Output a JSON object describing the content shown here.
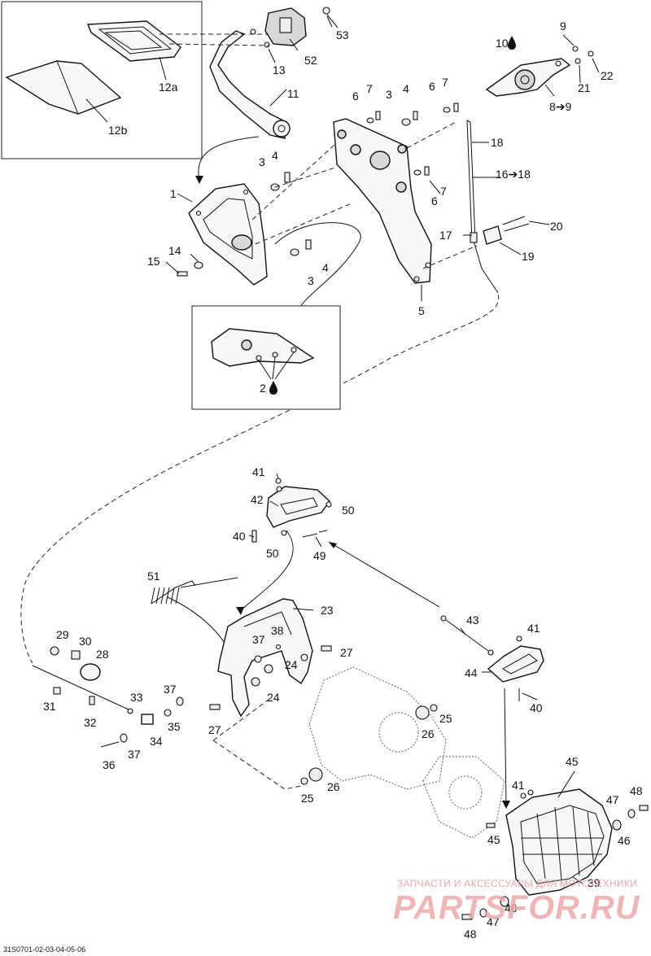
{
  "figure_ref": "31S0701-02-03-04-05-06",
  "watermark": {
    "line1": "ЗАПЧАСТИ И АКСЕССУАРЫ ДЛЯ МОТОТЕХНИКИ",
    "logo": "PARTSFOR.RU"
  },
  "callouts": {
    "c1": "1",
    "c2": "2",
    "c3a": "3",
    "c3b": "3",
    "c3c": "3",
    "c4a": "4",
    "c4b": "4",
    "c4c": "4",
    "c5": "5",
    "c6a": "6",
    "c6b": "6",
    "c6c": "6",
    "c7a": "7",
    "c7b": "7",
    "c7c": "7",
    "c8": "8➔9",
    "c9": "9",
    "c10": "10",
    "c11": "11",
    "c12a": "12a",
    "c12b": "12b",
    "c13": "13",
    "c14": "14",
    "c15": "15",
    "c16": "16➔18",
    "c17": "17",
    "c18": "18",
    "c19": "19",
    "c20": "20",
    "c21": "21",
    "c22": "22",
    "c23": "23",
    "c24a": "24",
    "c24b": "24",
    "c25a": "25",
    "c25b": "25",
    "c26a": "26",
    "c26b": "26",
    "c27a": "27",
    "c27b": "27",
    "c28": "28",
    "c29": "29",
    "c30": "30",
    "c31": "31",
    "c32": "32",
    "c33": "33",
    "c34": "34",
    "c35": "35",
    "c36": "36",
    "c37a": "37",
    "c37b": "37",
    "c37c": "37",
    "c38": "38",
    "c39": "39",
    "c40a": "40",
    "c40b": "40",
    "c41a": "41",
    "c41b": "41",
    "c41c": "41",
    "c42": "42",
    "c43": "43",
    "c44": "44",
    "c45a": "45",
    "c45b": "45",
    "c46a": "46",
    "c46b": "46",
    "c47a": "47",
    "c47b": "47",
    "c48a": "48",
    "c48b": "48",
    "c49": "49",
    "c50a": "50",
    "c50b": "50",
    "c51": "51",
    "c52": "52",
    "c53": "53"
  },
  "icons": {
    "lubricant": "drop-icon",
    "arrow": "right-arrow-icon"
  }
}
